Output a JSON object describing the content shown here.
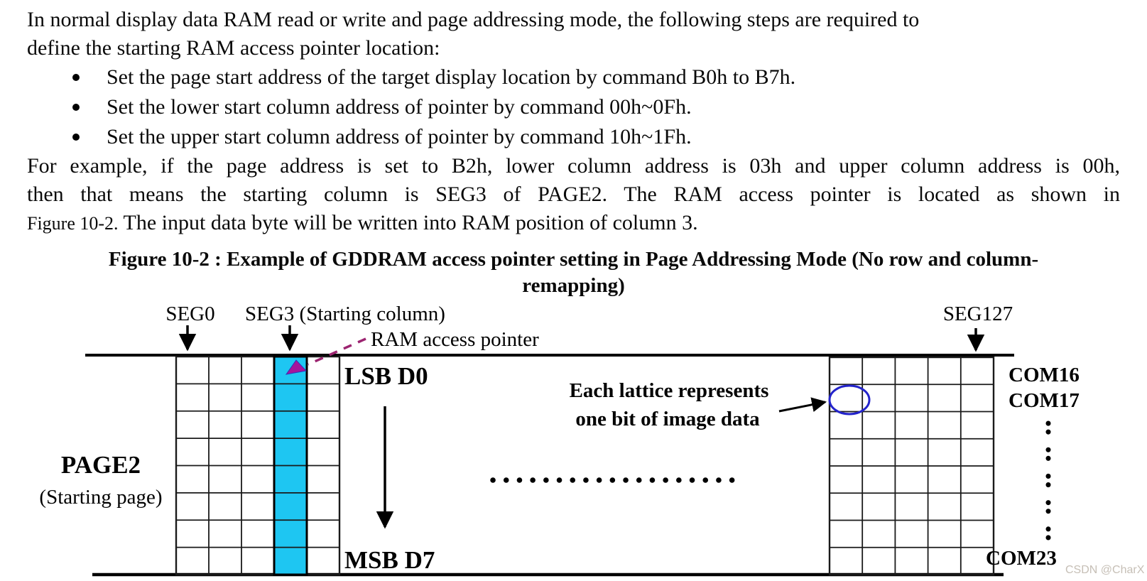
{
  "intro": {
    "line1": "In normal display data RAM read or write and page addressing mode, the following steps are required to",
    "line2": "define the starting RAM access pointer location:",
    "bullets": [
      "Set the page start address of the target display location by command B0h to B7h.",
      "Set the lower start column address of pointer by command 00h~0Fh.",
      "Set the upper start column address of pointer by command 10h~1Fh."
    ],
    "example_line1": "For example, if the page address is set to B2h, lower column address is 03h and upper column address is 00h,",
    "example_line2": "then that means the starting column is SEG3 of PAGE2. The RAM access pointer is located as shown in",
    "example_line3_prefix": "Figure 10-2.",
    "example_line3_rest": "  The input data byte will be written into RAM position of column 3."
  },
  "figure": {
    "caption_line1": "Figure 10-2 : Example of GDDRAM access pointer setting in Page Addressing Mode (No row and column-",
    "caption_line2": "remapping)",
    "labels": {
      "seg0": "SEG0",
      "seg3": "SEG3 (Starting column)",
      "seg127": "SEG127",
      "ram_pointer": "RAM access pointer",
      "lsb": "LSB D0",
      "msb": "MSB D7",
      "page": "PAGE2",
      "page_sub": "(Starting page)",
      "lattice_line1": "Each lattice represents",
      "lattice_line2": "one bit of image data",
      "com16": "COM16",
      "com17": "COM17",
      "com23": "COM23"
    },
    "colors": {
      "highlight_column": "#1ec6f2",
      "pointer_triangle": "#a6159b",
      "pointer_dash": "#9c2470",
      "lattice_ellipse": "#2323cb"
    }
  },
  "watermark": "CSDN @CharX"
}
